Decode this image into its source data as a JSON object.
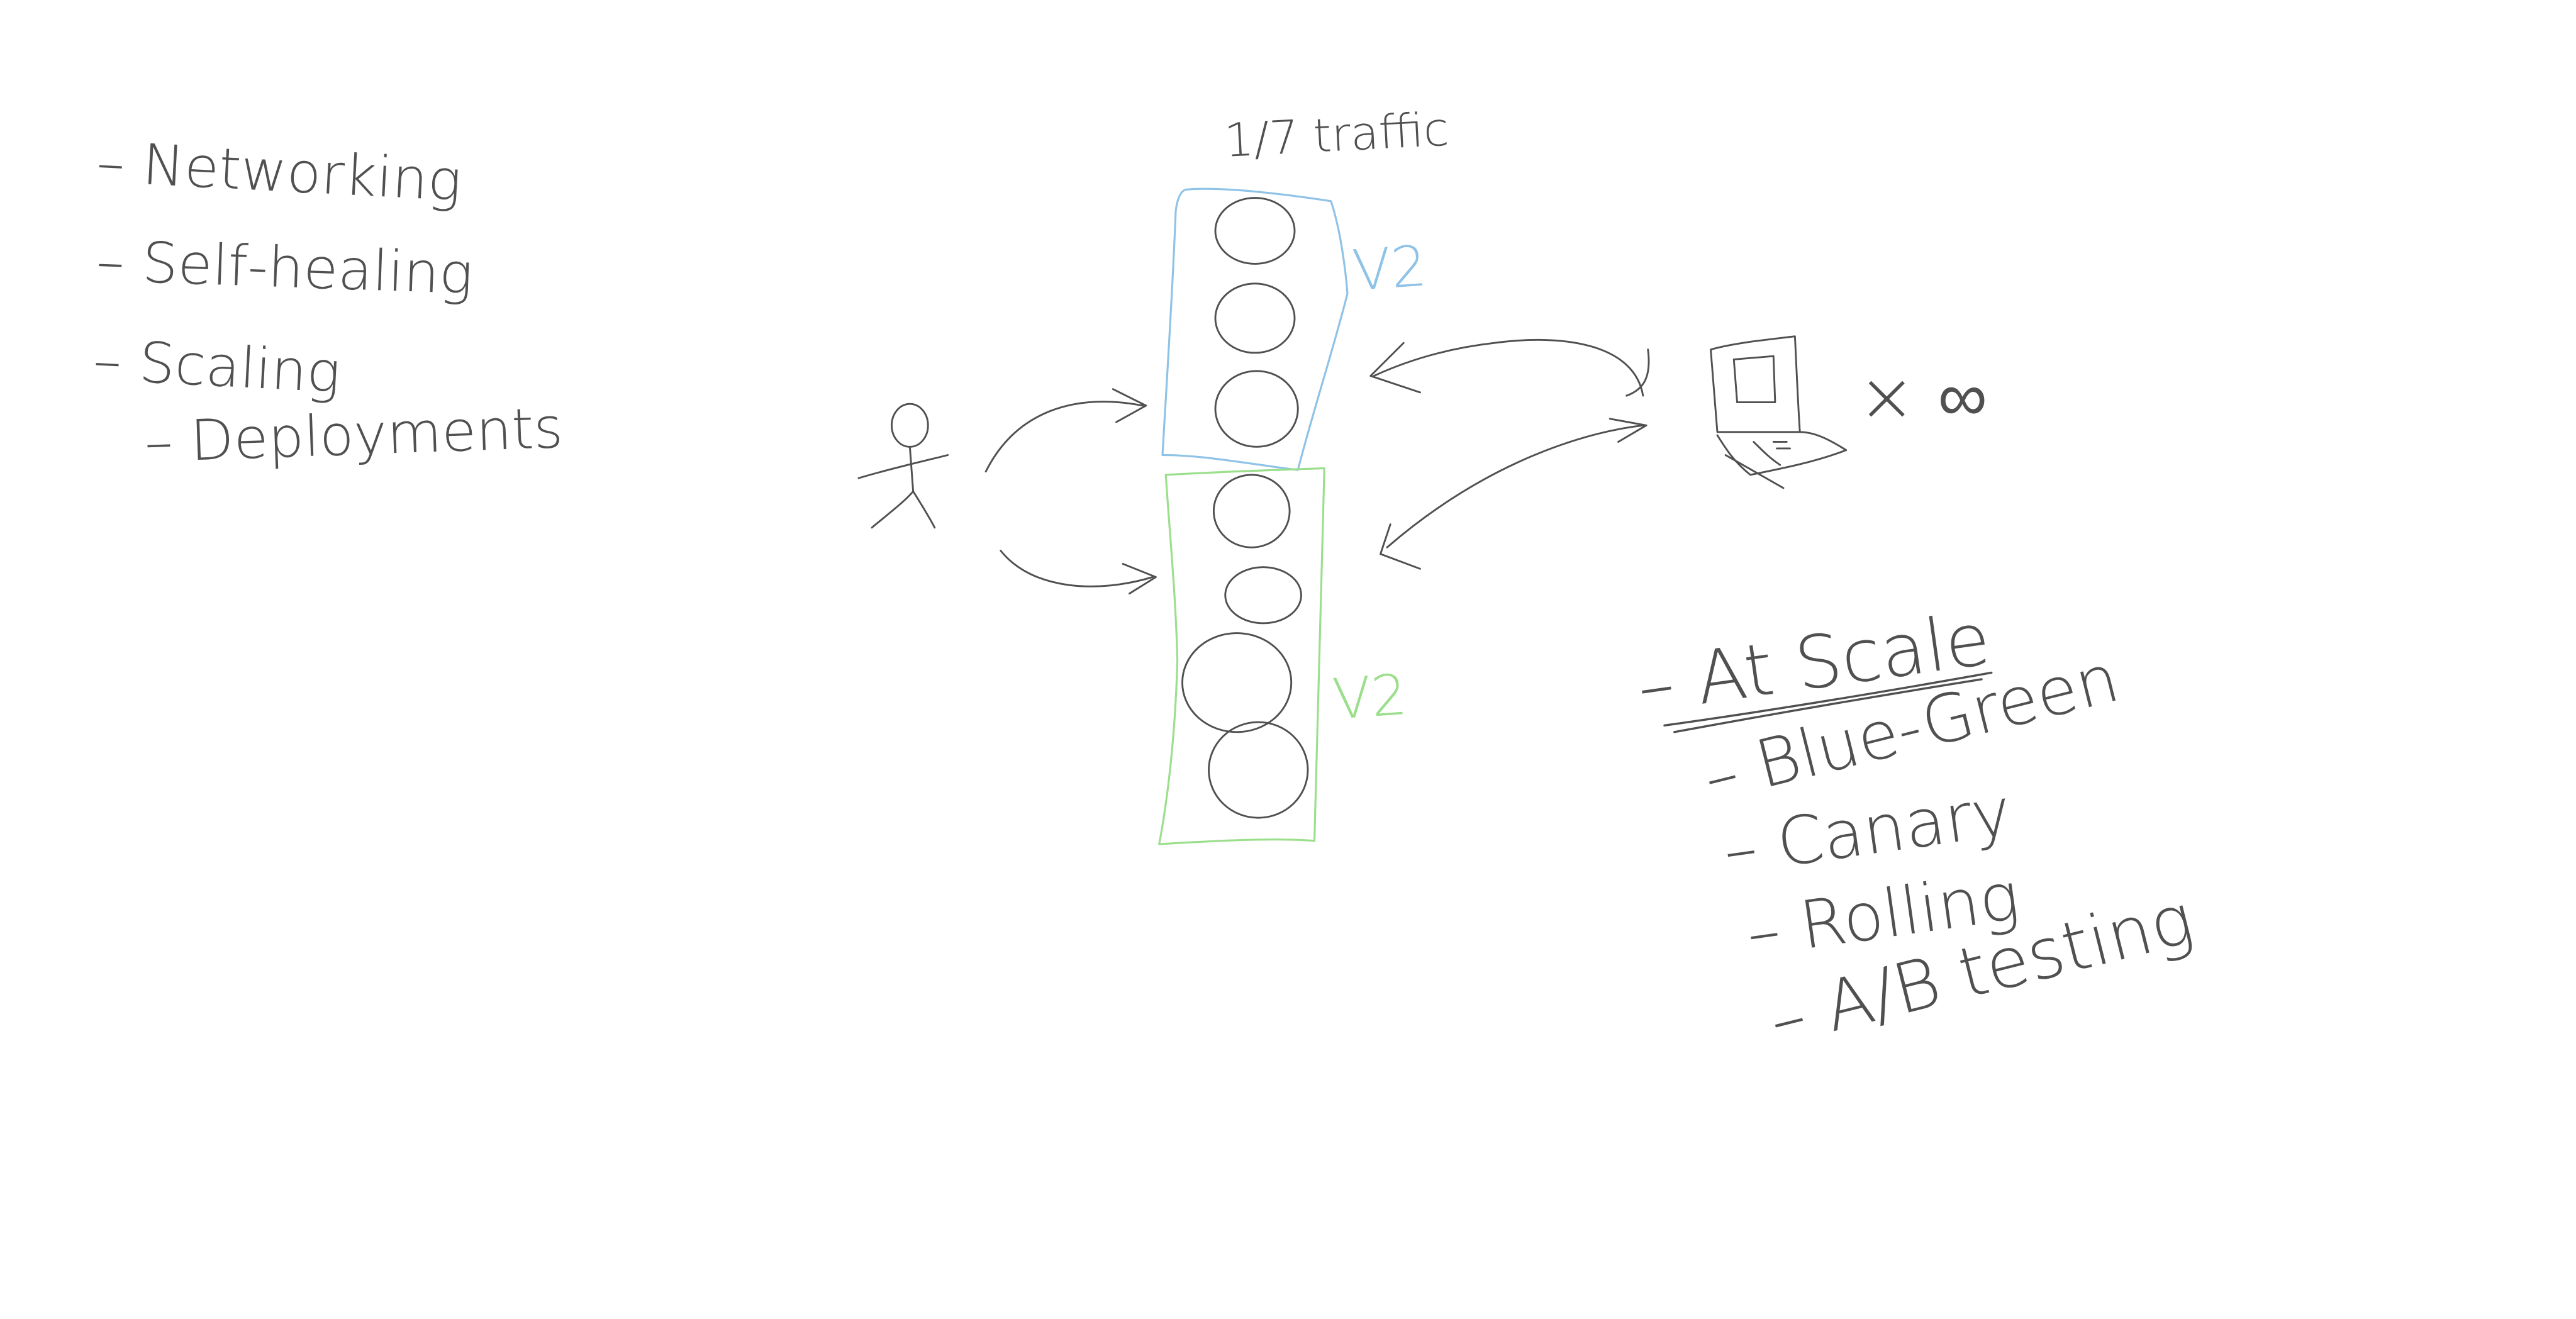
{
  "board": {
    "left_notes": {
      "networking": "– Networking",
      "self_healing": "– Self-healing",
      "scaling": "– Scaling",
      "deployments": "– Deployments"
    },
    "traffic_label": "1/7 traffic",
    "top_group_label": "V2",
    "bottom_group_label": "V2",
    "laptop_label": "× ∞",
    "at_scale": {
      "title": "– At Scale",
      "items": [
        "– Blue-Green",
        "– Canary",
        "– Rolling",
        "– A/B testing"
      ]
    }
  },
  "colors": {
    "ink": "#505050",
    "blue_group": "#8ec2e6",
    "green_group": "#9bde8c"
  },
  "icons": [
    "stick-figure-icon",
    "laptop-icon",
    "infinity-icon",
    "pod-circle-icon"
  ]
}
